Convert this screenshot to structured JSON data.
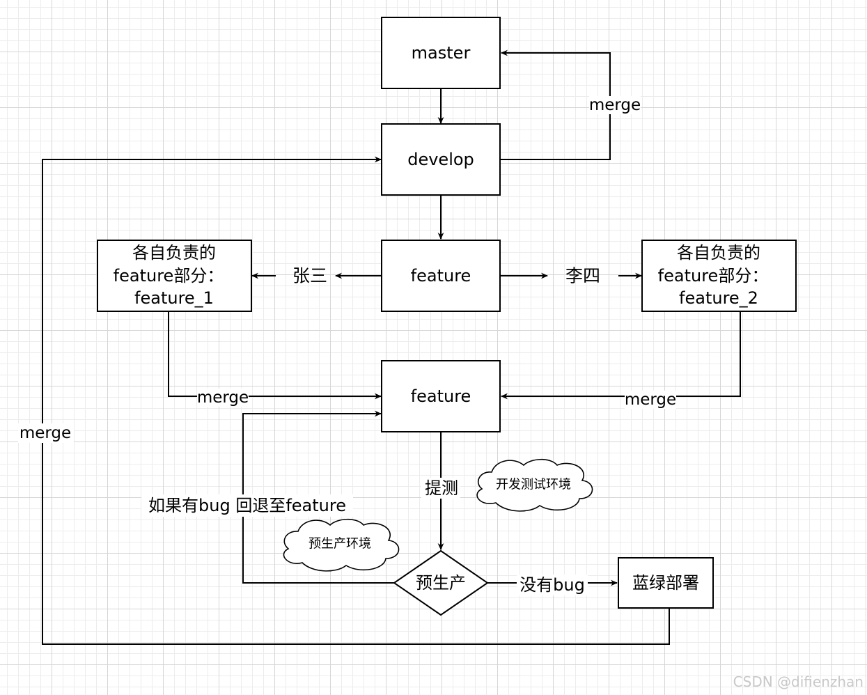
{
  "nodes": {
    "master": "master",
    "develop": "develop",
    "feature_top": "feature",
    "feature_bottom": "feature",
    "zhangsan_box": [
      "各自负责的",
      "feature部分：",
      "feature_1"
    ],
    "lisi_box": [
      "各自负责的",
      "feature部分：",
      "feature_2"
    ],
    "preprod_diamond": "预生产",
    "bluegreen": "蓝绿部署"
  },
  "edge_labels": {
    "develop_to_master": "merge",
    "zhangsan": "张三",
    "lisi": "李四",
    "feature1_merge": "merge",
    "feature2_merge": "merge",
    "bluegreen_to_develop": "merge",
    "test": "提测",
    "rollback": "如果有bug 回退至feature",
    "no_bug": "没有bug"
  },
  "clouds": {
    "dev_test_env": "开发测试环境",
    "preprod_env": "预生产环境"
  },
  "watermark": "CSDN @difienzhan"
}
